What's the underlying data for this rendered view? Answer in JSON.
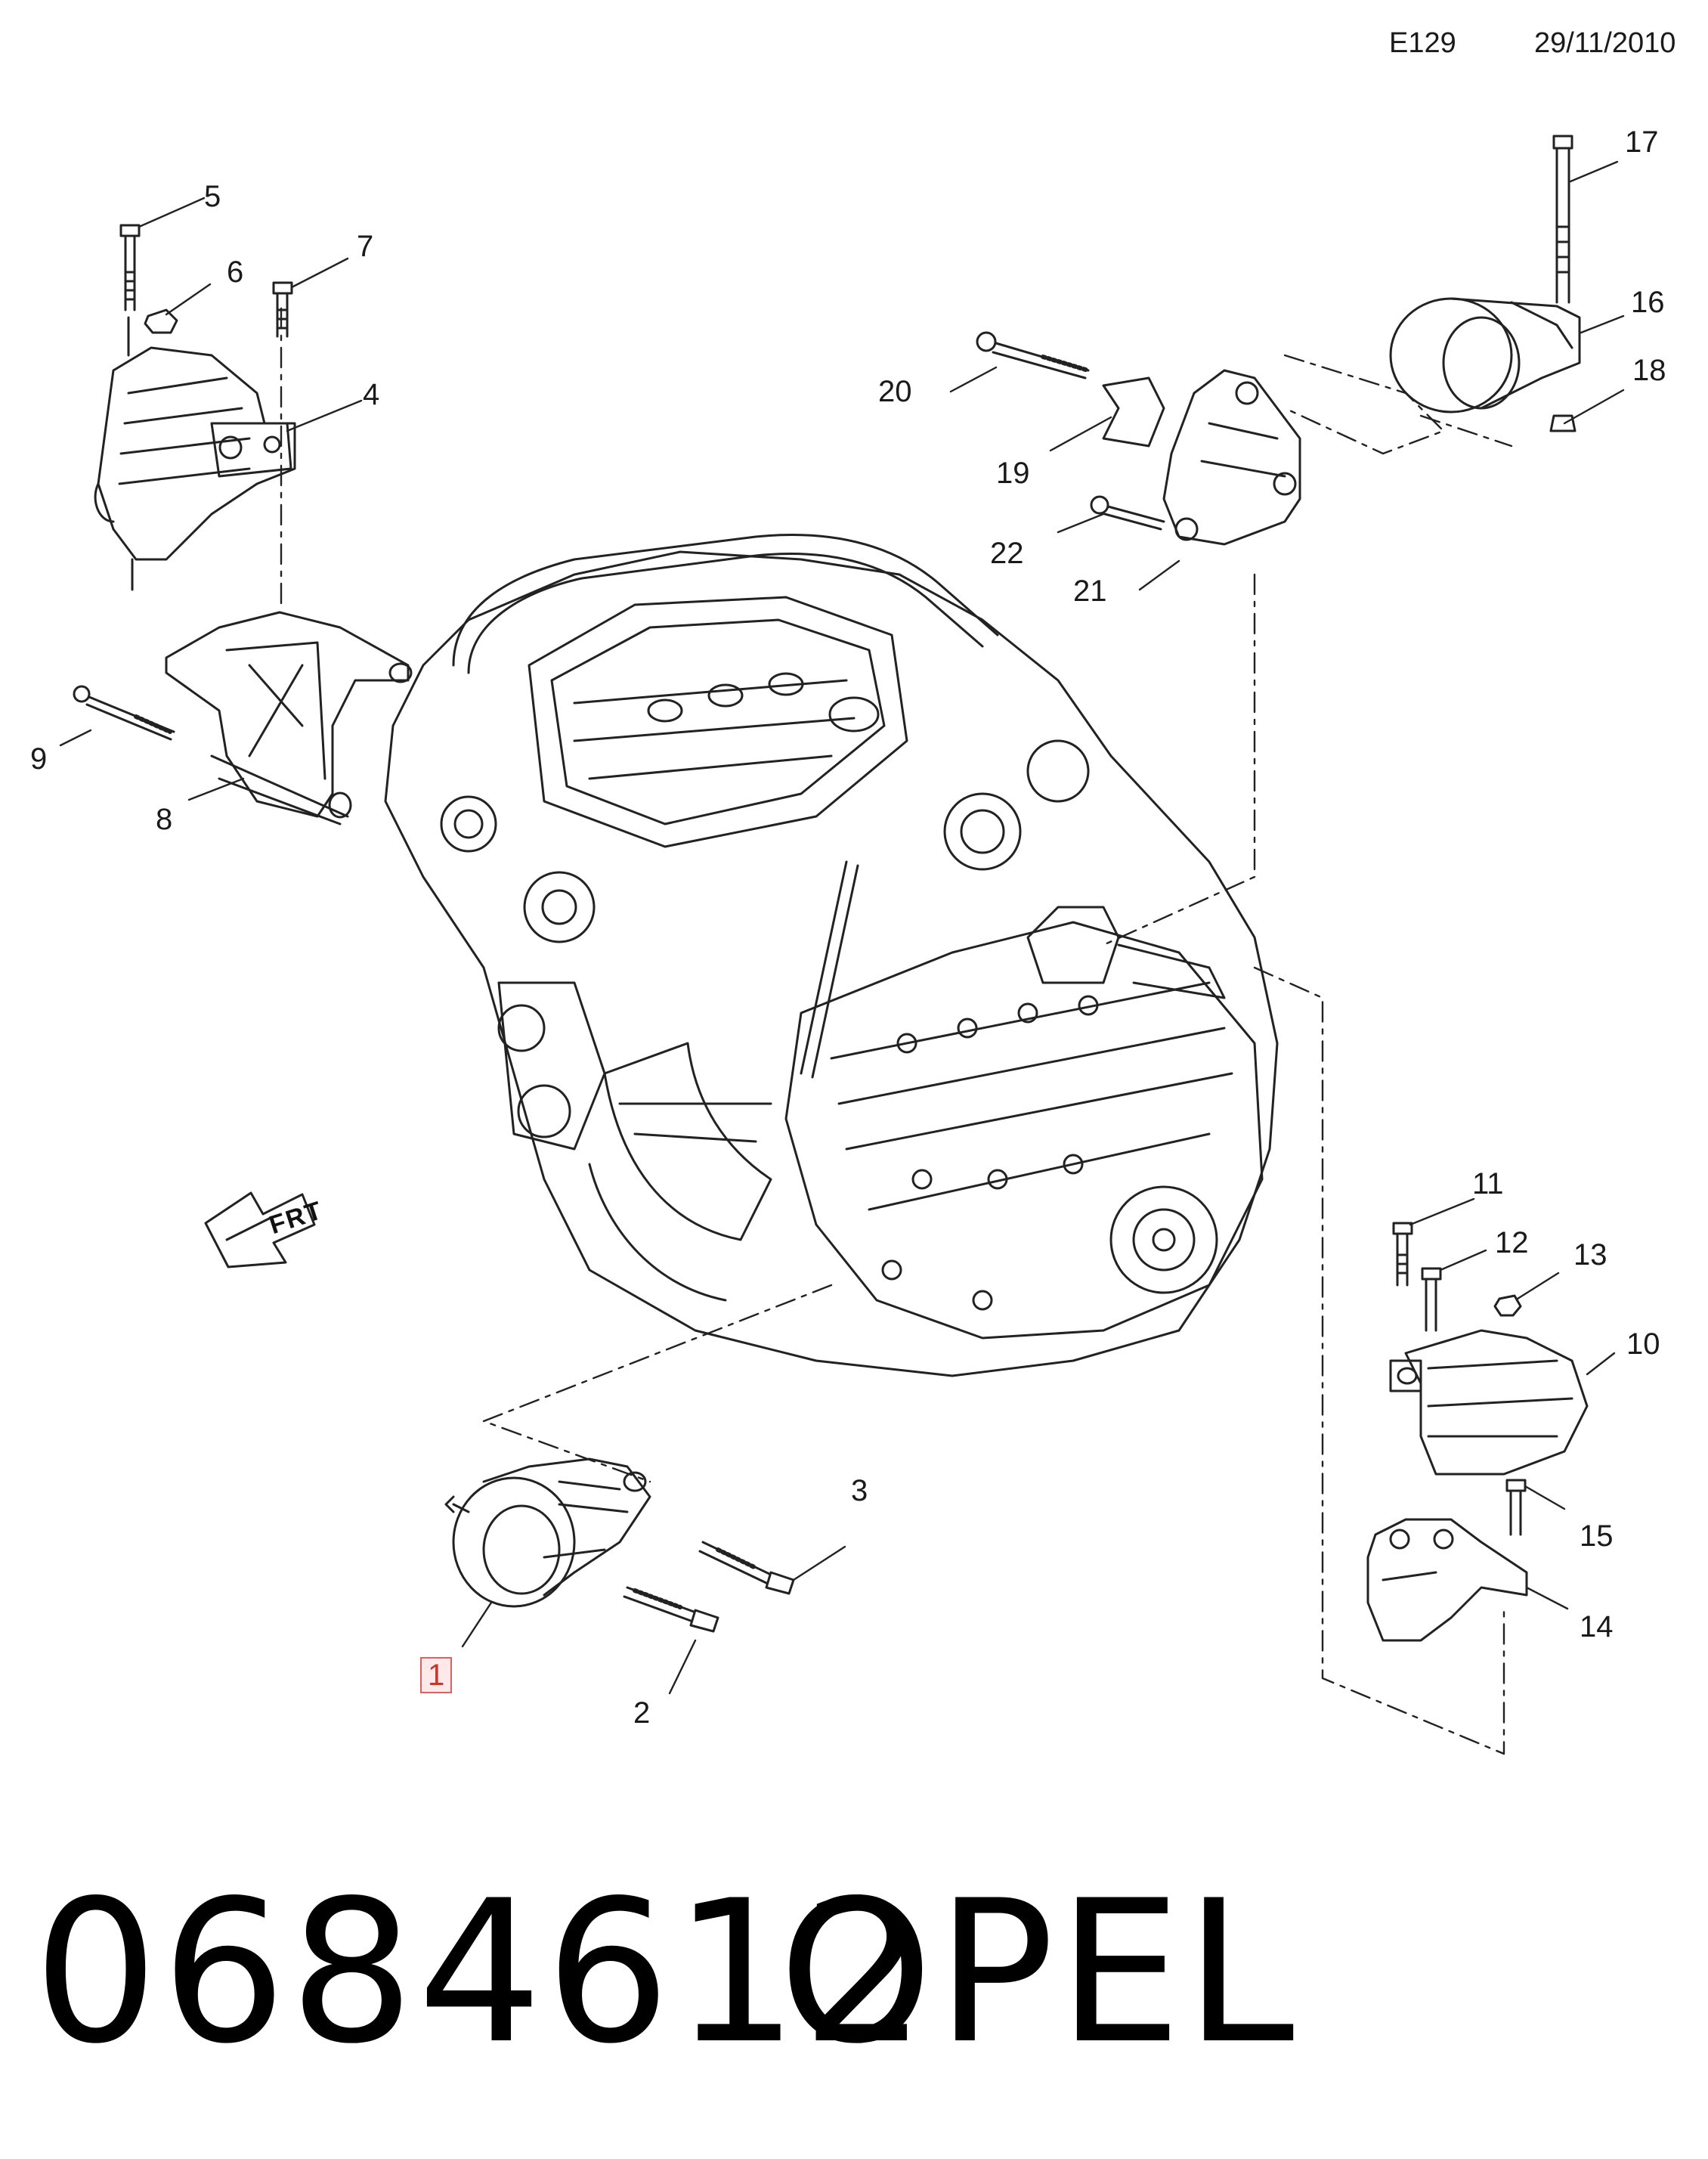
{
  "header": {
    "code": "E129",
    "date": "29/11/2010"
  },
  "callouts": {
    "c1": "1",
    "c2": "2",
    "c3": "3",
    "c4": "4",
    "c5": "5",
    "c6": "6",
    "c7": "7",
    "c8": "8",
    "c9": "9",
    "c10": "10",
    "c11": "11",
    "c12": "12",
    "c13": "13",
    "c14": "14",
    "c15": "15",
    "c16": "16",
    "c17": "17",
    "c18": "18",
    "c19": "19",
    "c20": "20",
    "c21": "21",
    "c22": "22"
  },
  "highlighted_callout": "1",
  "direction_marker": "FRT",
  "footer": {
    "part_number": "0684612",
    "brand": "OPEL"
  },
  "colors": {
    "ink": "#222222",
    "highlight_border": "#e06060",
    "highlight_fill": "#fde9ea"
  }
}
